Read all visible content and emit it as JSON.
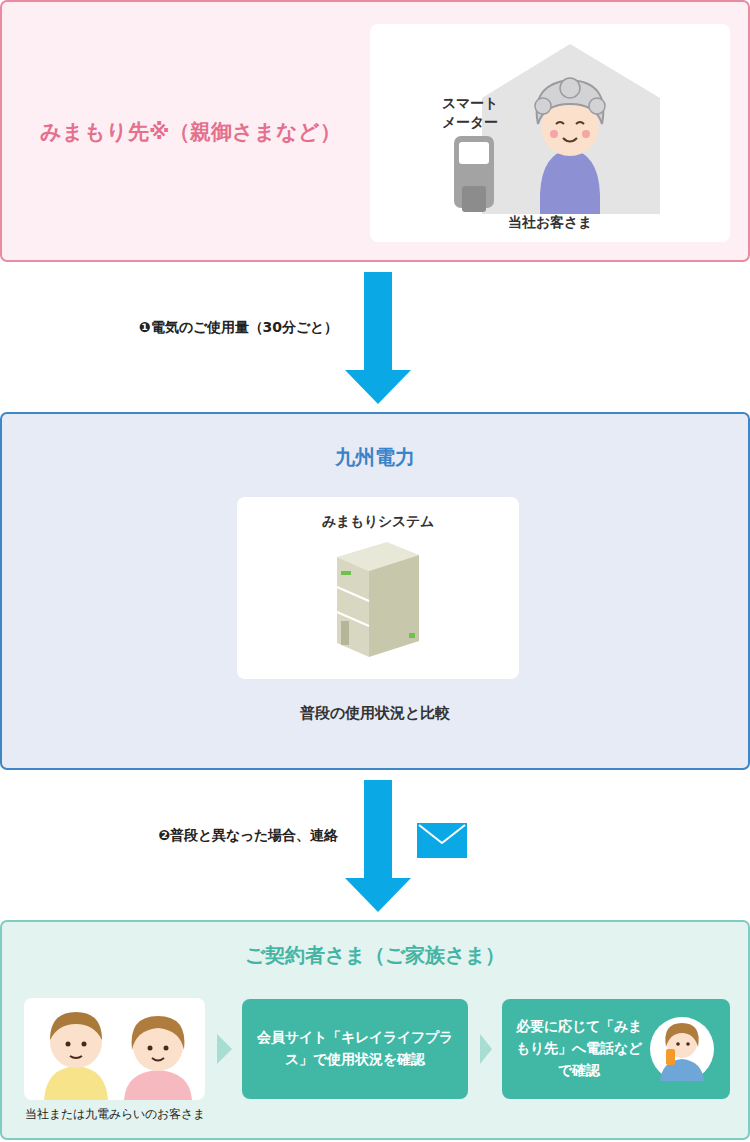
{
  "diagram": {
    "nodes": [
      {
        "text": [
          "みまもり先※（親御さまなど）"
        ]
      },
      {
        "text": [
          "スマート メーター",
          "当社お客さま"
        ],
        "in": 0
      },
      {
        "text": [
          "九州電力",
          "普段の使用状況と比較"
        ]
      },
      {
        "text": [
          "みまもりシステム"
        ],
        "in": 2
      },
      {
        "text": [
          "ご契約者さま（ご家族さま）"
        ]
      },
      {
        "text": [
          "当社または九電みらいのお客さま"
        ],
        "in": 4
      },
      {
        "text": [
          "会員サイト「キレイライフプラス」で使用状況を確認"
        ],
        "in": 4
      },
      {
        "text": [
          "必要に応じて「みまもり先」へ電話などで確認"
        ],
        "in": 4
      }
    ],
    "edges": [
      {
        "from": 0,
        "to": 2,
        "label": "❶電気のご使用量（30分ごと）",
        "arrow": "to"
      },
      {
        "from": 2,
        "to": 4,
        "label": "❷普段と異なった場合、連絡",
        "arrow": "to"
      },
      {
        "from": 5,
        "to": 6,
        "arrow": "to"
      },
      {
        "from": 6,
        "to": 7,
        "arrow": "to"
      }
    ]
  }
}
